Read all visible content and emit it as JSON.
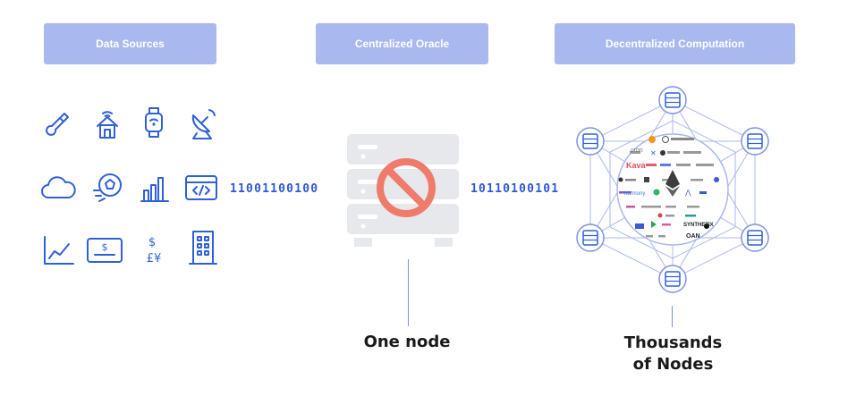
{
  "headers": {
    "data_sources": "Data Sources",
    "centralized_oracle": "Centralized Oracle",
    "decentralized_computation": "Decentralized Computation"
  },
  "bits_left": "11001100100",
  "bits_right": "10110100101",
  "captions": {
    "one_node": "One node",
    "thousands_line1": "Thousands",
    "thousands_line2": "of Nodes"
  },
  "logos": {
    "kava": "Kava",
    "synthetix": "SYNTHETIX",
    "oan": "OAN",
    "cron": "cron",
    "harmony": "harmony"
  },
  "icons": [
    "thermometer-icon",
    "house-wifi-icon",
    "smartwatch-icon",
    "satellite-dish-icon",
    "cloud-icon",
    "soccer-ball-icon",
    "bar-chart-icon",
    "code-window-icon",
    "line-chart-icon",
    "dollar-bill-icon",
    "currency-icon",
    "office-building-icon"
  ],
  "colors": {
    "header_bg": "#a9b8ee",
    "accent_blue": "#3060d8",
    "prohibit_red": "#ef7b6b",
    "server_gray": "#e6e8ec"
  }
}
